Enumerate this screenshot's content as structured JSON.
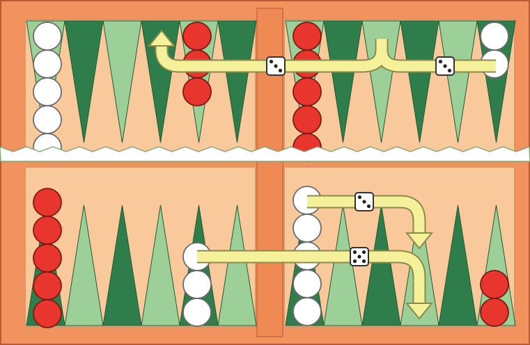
{
  "board": {
    "colors": {
      "frame": "#f2925e",
      "frame_edge": "#b85a35",
      "field": "#f9c89b",
      "point_dark": "#2f7d4b",
      "point_light": "#9dcf98",
      "tear": "#ffffff",
      "tear_edge": "#7ca86e"
    }
  },
  "checkers": {
    "colors": {
      "white": "#ffffff",
      "red": "#e8362e",
      "outline": "#7a1a12",
      "white_outline": "#6b6b6b"
    },
    "top_left_white": 5,
    "top_mid_red": 3,
    "top_right_red": 5,
    "top_far_right_white": 2,
    "bottom_left_red": 5,
    "bottom_mid_white": 3,
    "bottom_right_white": 5,
    "bottom_far_right_red": 2
  },
  "moves": {
    "colors": {
      "arrow_fill": "#f4f19a",
      "arrow_edge": "#8a8a4a"
    },
    "dice": [
      {
        "name": "die-top-left",
        "pips": 3
      },
      {
        "name": "die-top-right",
        "pips": 3
      },
      {
        "name": "die-bottom-upper",
        "pips": 3
      },
      {
        "name": "die-bottom-lower",
        "pips": 5
      }
    ]
  }
}
